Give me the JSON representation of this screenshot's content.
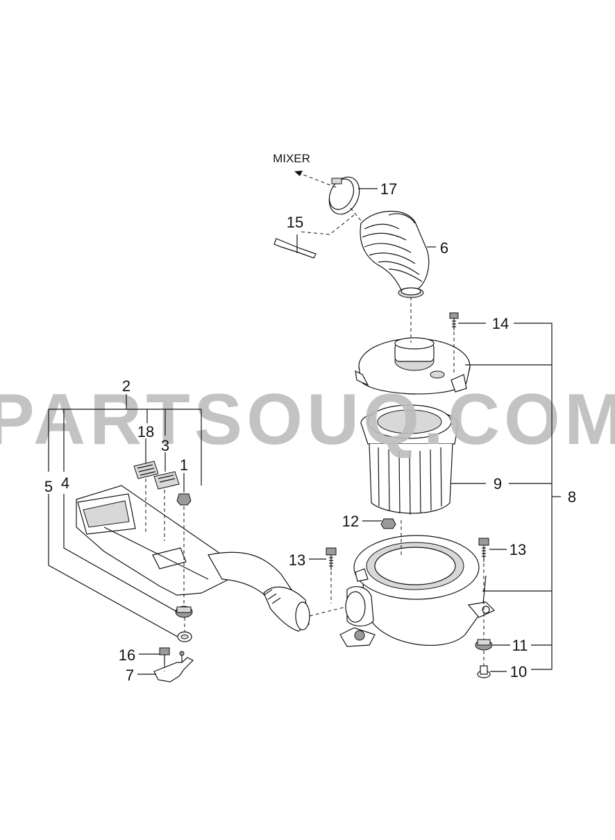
{
  "watermark": "PARTSOUQ.COM",
  "direction_label": "MIXER",
  "callouts": {
    "c1": "1",
    "c2": "2",
    "c3": "3",
    "c4": "4",
    "c5": "5",
    "c6": "6",
    "c7": "7",
    "c8": "8",
    "c9": "9",
    "c10": "10",
    "c11": "11",
    "c12": "12",
    "c13a": "13",
    "c13b": "13",
    "c14": "14",
    "c15": "15",
    "c16": "16",
    "c17": "17",
    "c18": "18"
  }
}
